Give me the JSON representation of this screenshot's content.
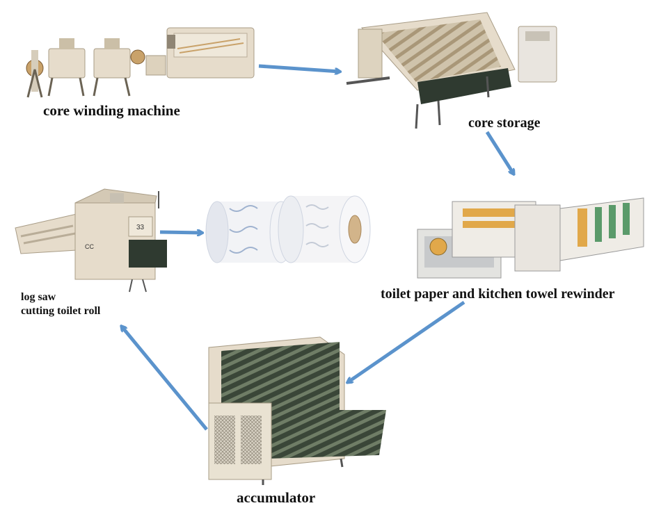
{
  "colors": {
    "arrow": "#5b93cc",
    "machine_body": "#e6dccb",
    "machine_shadow": "#b9ad98",
    "roll": "#f2f3f6",
    "roll_pattern": "#9fb2cf",
    "frame_dark": "#2f3a30"
  },
  "labels": {
    "core_winding": "core winding machine",
    "core_storage": "core storage",
    "rewinder": "toilet paper and kitchen towel rewinder",
    "accumulator": "accumulator",
    "log_saw_line1": "log saw",
    "log_saw_line2": "cutting toilet roll"
  },
  "panel_marks": {
    "log_saw_top": "33",
    "log_saw_side": "CC"
  }
}
